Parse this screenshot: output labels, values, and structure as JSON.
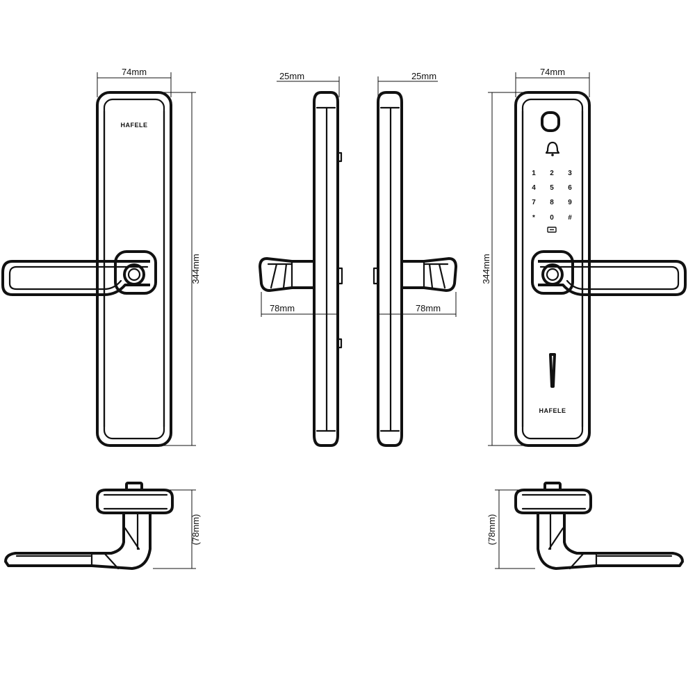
{
  "dimensions": {
    "front_width": "74mm",
    "side_depth_left": "25mm",
    "side_depth_right": "25mm",
    "back_width": "74mm",
    "height_front": "344mm",
    "height_back": "344mm",
    "handle_projection_left": "78mm",
    "handle_projection_right": "78mm",
    "top_projection_left": "(78mm)",
    "top_projection_right": "(78mm)"
  },
  "brand": {
    "front_logo": "HAFELE",
    "back_logo": "HAFELE"
  },
  "keypad": {
    "keys": [
      "1",
      "2",
      "3",
      "4",
      "5",
      "6",
      "7",
      "8",
      "9",
      "*",
      "0",
      "#"
    ],
    "bell_icon": "bell-icon",
    "bottom_icon": "id-card-icon"
  },
  "colors": {
    "line": "#111111",
    "background": "#ffffff"
  }
}
